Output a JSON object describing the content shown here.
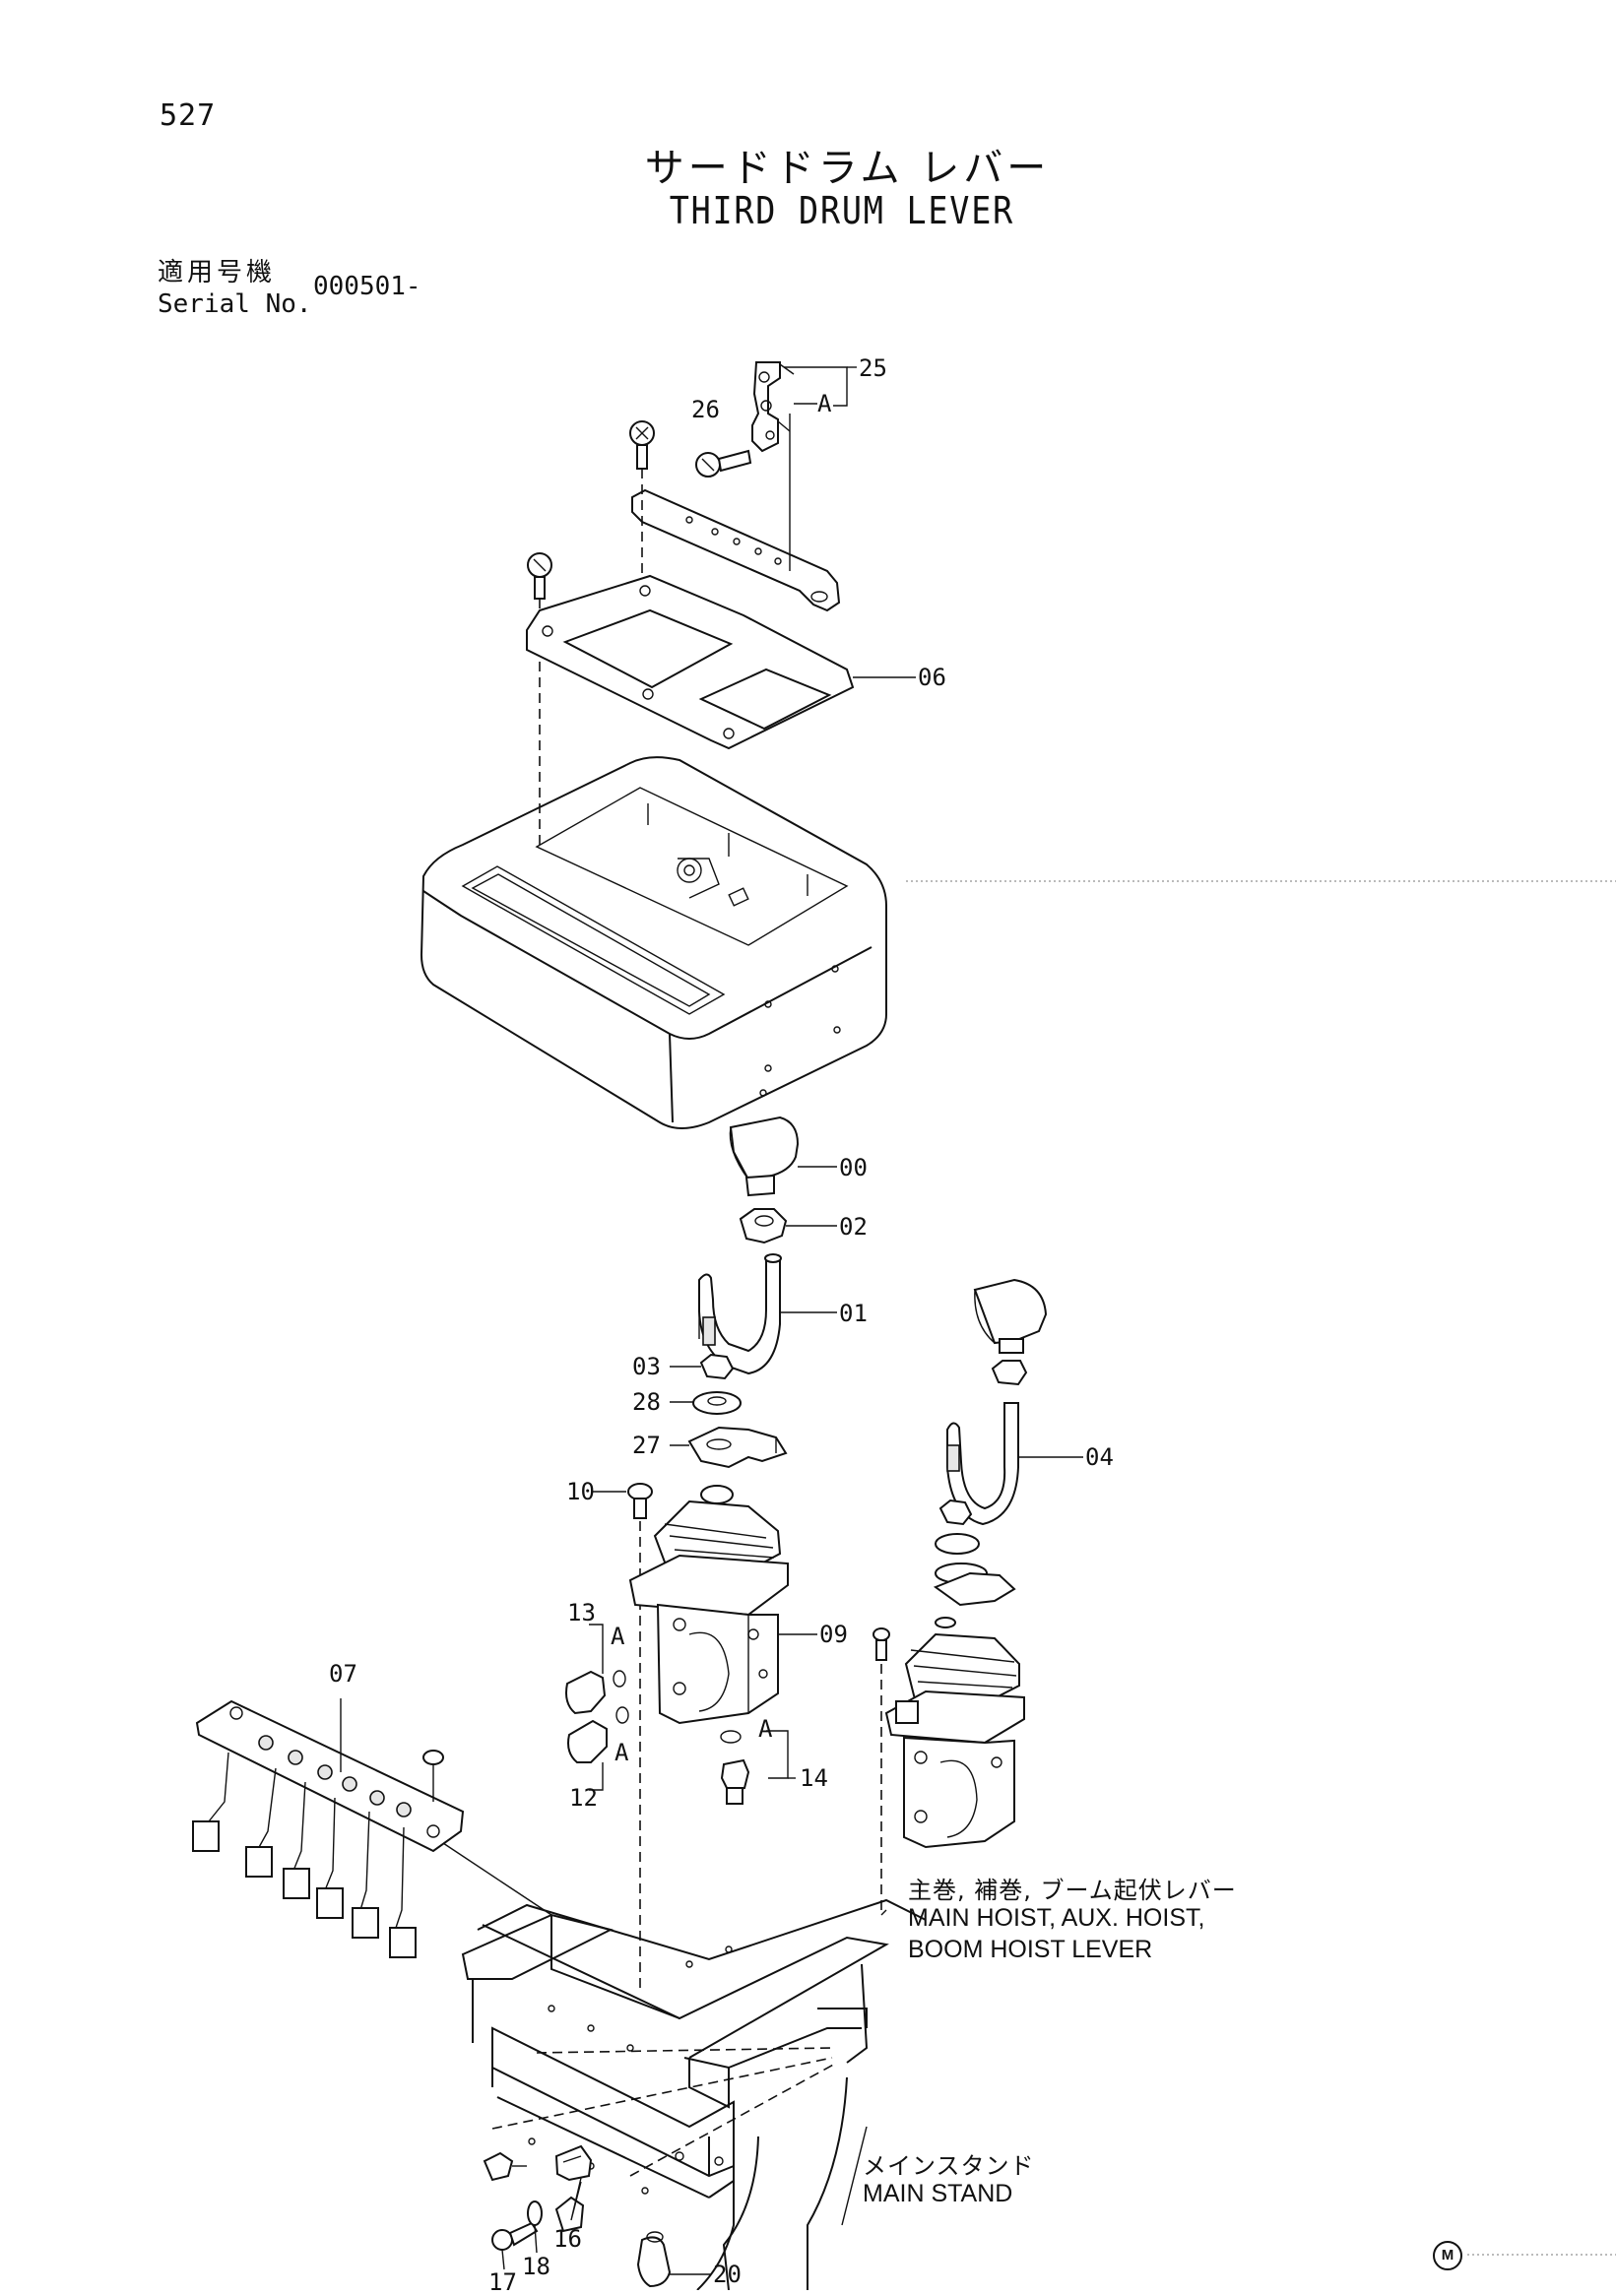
{
  "header": {
    "page_number": "527",
    "title_jp": "サードドラム レバー",
    "title_en": "THIRD DRUM LEVER",
    "serial_label_jp": "適用号機",
    "serial_label_en": "Serial No.",
    "serial_value": "000501-"
  },
  "callouts": {
    "p25": "25",
    "a_top": "A",
    "p26": "26",
    "p06": "06",
    "p00": "00",
    "p02": "02",
    "p01": "01",
    "p03": "03",
    "p28": "28",
    "p27": "27",
    "p04": "04",
    "p10": "10",
    "p13": "13",
    "a_13": "A",
    "p09": "09",
    "p07": "07",
    "a_12": "A",
    "p12": "12",
    "a_14": "A",
    "p14": "14",
    "p16": "16",
    "p17": "17",
    "p18": "18",
    "p20": "20"
  },
  "notes": {
    "main_hoist_jp": "主巻, 補巻, ブーム起伏レバー",
    "main_hoist_en_1": "MAIN HOIST, AUX. HOIST,",
    "main_hoist_en_2": "BOOM HOIST LEVER",
    "main_stand_jp": "メインスタンド",
    "main_stand_en": "MAIN STAND"
  },
  "footer": {
    "mark": "M"
  }
}
